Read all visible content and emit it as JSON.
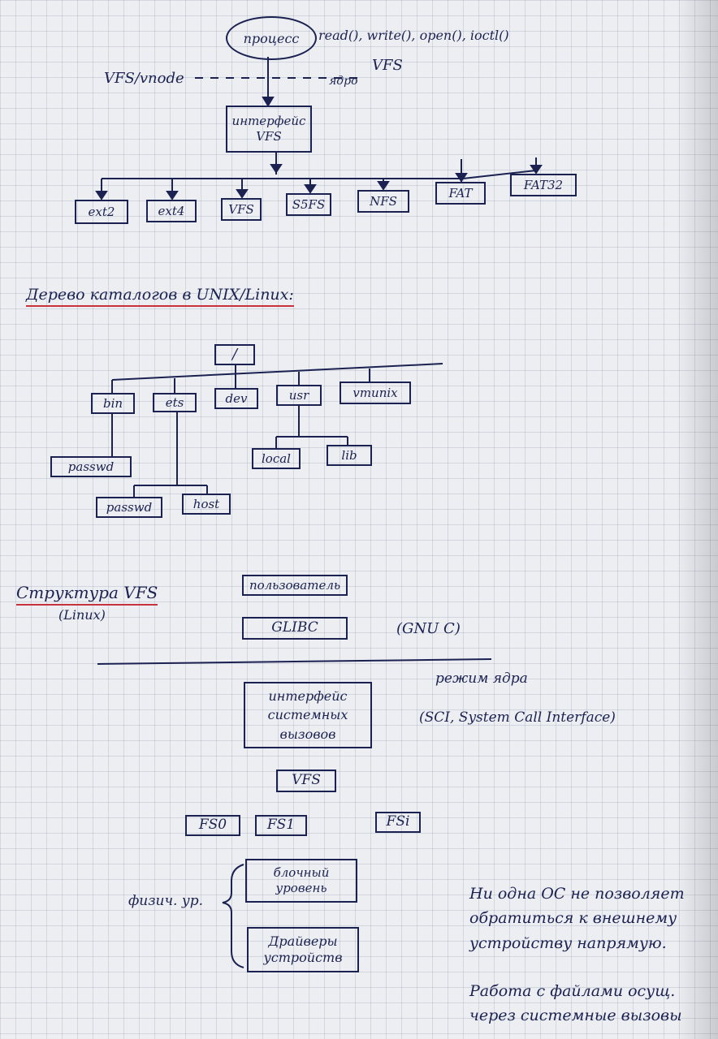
{
  "vfs_flow": {
    "process": "процесс",
    "syscalls": "read(), write(), open(), ioctl()",
    "vnode_label": "VFS/vnode",
    "kernel_label": "ядро",
    "kernel_vfs": "VFS",
    "interface": "интерфейс VFS",
    "filesystems": [
      "ext2",
      "ext4",
      "VFS",
      "S5FS",
      "NFS",
      "FAT",
      "FAT32"
    ]
  },
  "tree": {
    "heading": "Дерево каталогов в UNIX/Linux:",
    "root": "/",
    "level1": [
      "bin",
      "ets",
      "dev",
      "usr",
      "vmunix"
    ],
    "bin_child": "passwd",
    "ets_children": [
      "passwd",
      "host"
    ],
    "usr_children": [
      "local",
      "lib"
    ]
  },
  "structure": {
    "heading": "Структура VFS",
    "subheading": "(Linux)",
    "user": "пользователь",
    "glibc": "GLIBC",
    "gnu_c": "(GNU C)",
    "kernel_mode": "режим ядра",
    "sci_box": "интерфейс системных вызовов",
    "sci_label": "(SCI, System Call Interface)",
    "vfs": "VFS",
    "fs": [
      "FS0",
      "FS1",
      "FSi"
    ],
    "phys_label": "физич. ур.",
    "block_level": "блочный уровень",
    "drivers": "Драйверы устройств"
  },
  "notes": {
    "note1": "Ни одна ОС не позволяет обратиться к внешнему устройству напрямую.",
    "note2": "Работа с файлами осущ. через системные вызовы"
  }
}
